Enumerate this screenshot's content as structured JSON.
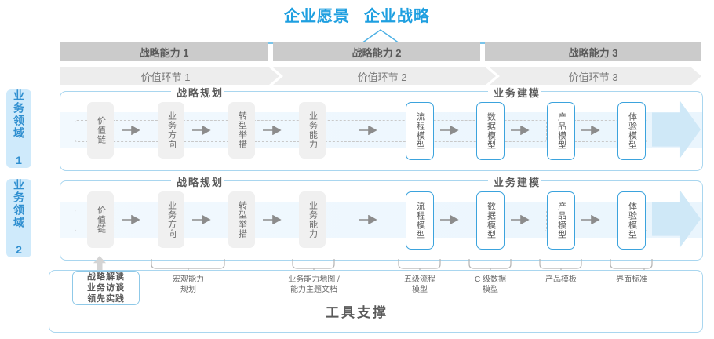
{
  "header": {
    "vision_label": "企业愿景",
    "strategy_label": "企业战略"
  },
  "capabilities": [
    {
      "label": "战略能力 1"
    },
    {
      "label": "战略能力 2"
    },
    {
      "label": "战略能力 3"
    }
  ],
  "value_chain": [
    {
      "label": "价值环节 1"
    },
    {
      "label": "价值环节 2"
    },
    {
      "label": "价值环节 3"
    }
  ],
  "domains": [
    {
      "label": "业务领域 1"
    },
    {
      "label": "业务领域 2"
    }
  ],
  "sections": [
    {
      "label": "战略规划"
    },
    {
      "label": "业务建模"
    }
  ],
  "process_boxes": [
    {
      "label": "价值链",
      "style": "gray"
    },
    {
      "label": "业务方向",
      "style": "gray"
    },
    {
      "label": "转型举措",
      "style": "gray"
    },
    {
      "label": "业务能力",
      "style": "gray"
    },
    {
      "label": "流程模型",
      "style": "blue"
    },
    {
      "label": "数据模型",
      "style": "blue"
    },
    {
      "label": "产品模型",
      "style": "blue"
    },
    {
      "label": "体验模型",
      "style": "blue"
    }
  ],
  "tooling": {
    "annotation": "战略解读\n业务访谈\n领先实践",
    "annotation_lines": [
      "战略解读",
      "业务访谈",
      "领先实践"
    ],
    "labels": [
      {
        "line1": "宏观能力",
        "line2": "规划"
      },
      {
        "line1": "业务能力地图 /",
        "line2": "能力主题文档"
      },
      {
        "line1": "五级流程",
        "line2": "模型"
      },
      {
        "line1": "C 级数据",
        "line2": "模型"
      },
      {
        "line1": "产品模板",
        "line2": ""
      },
      {
        "line1": "界面标准",
        "line2": ""
      }
    ],
    "title": "工具支撑"
  },
  "colors": {
    "accent_blue": "#1e9fe0",
    "panel_border": "#a9d6ef",
    "bar_gray": "#cbcbcb",
    "bar_light_gray": "#ededed",
    "domain_tab_bg": "#cfeafb",
    "box_gray": "#f0f0f0",
    "box_blue_border": "#3ba3dd"
  }
}
